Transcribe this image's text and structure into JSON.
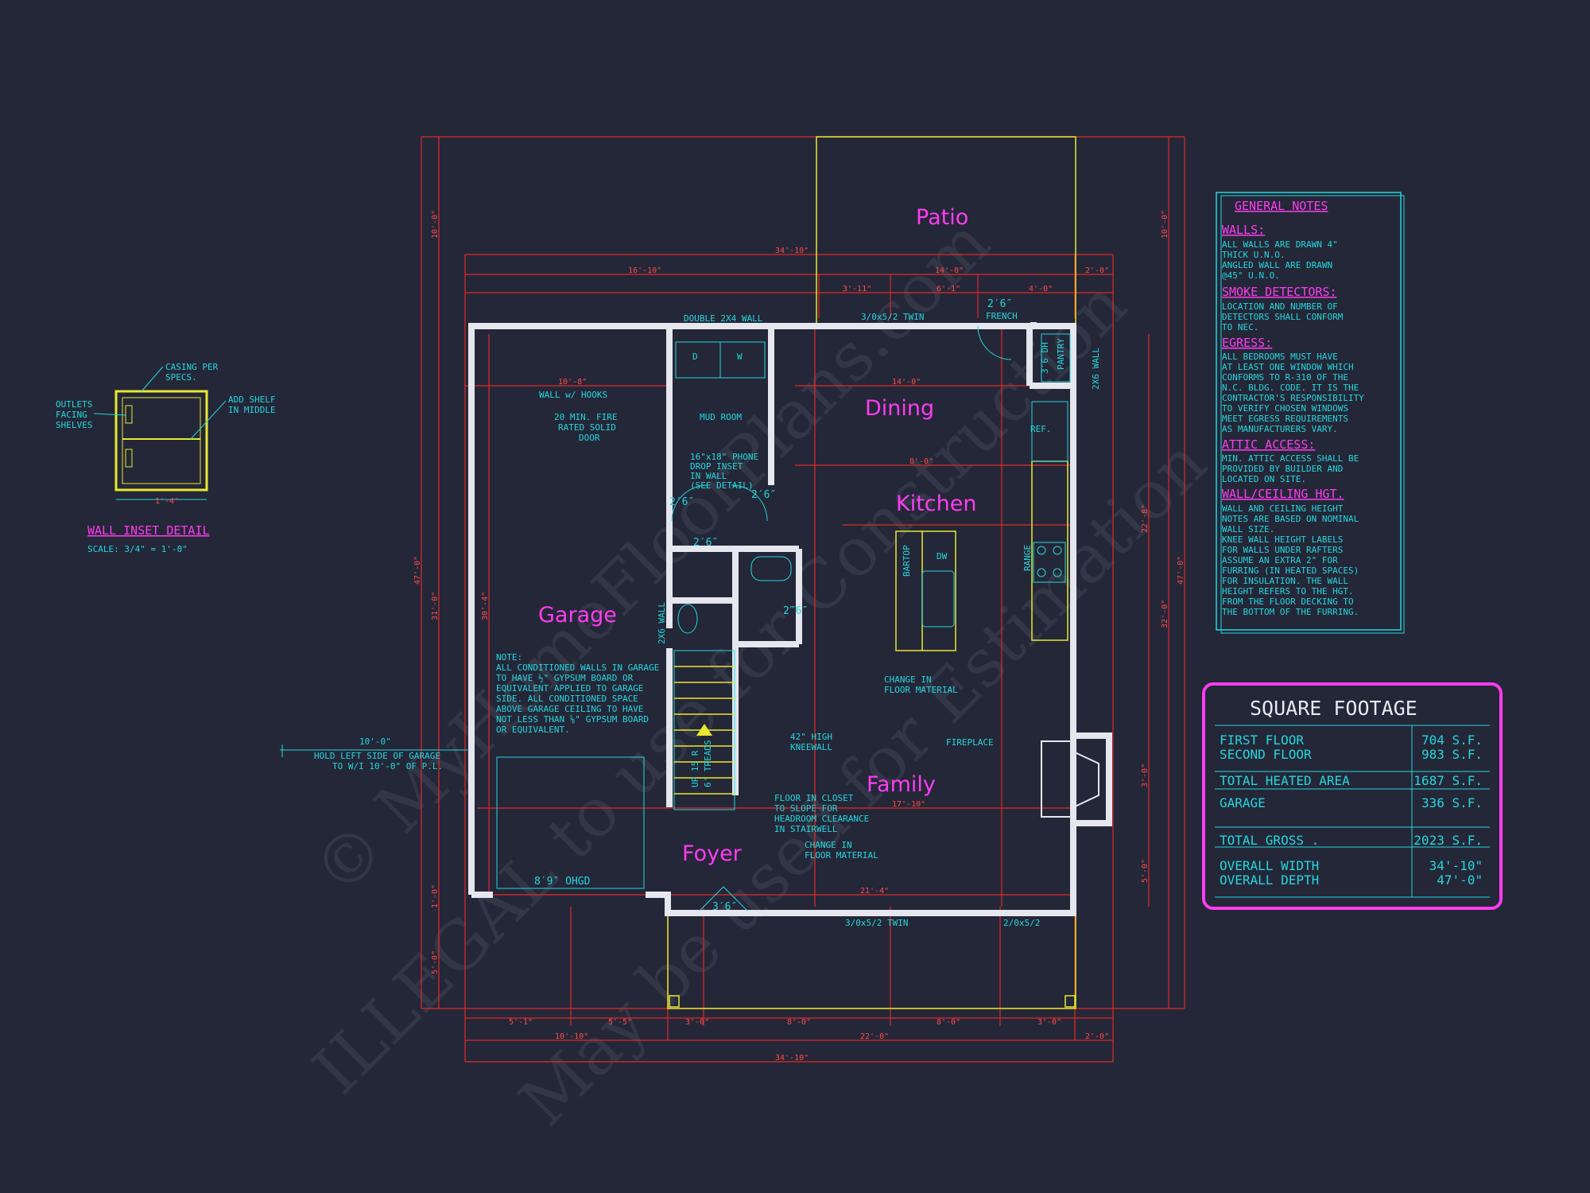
{
  "rooms": {
    "patio": "Patio",
    "dining": "Dining",
    "kitchen": "Kitchen",
    "garage": "Garage",
    "family": "Family",
    "foyer": "Foyer"
  },
  "general_notes": {
    "title": "GENERAL NOTES",
    "walls_heading": "WALLS:",
    "walls_lines": [
      "ALL WALLS ARE DRAWN 4\"",
      "THICK U.N.O.",
      "ANGLED WALL ARE DRAWN",
      "@45° U.N.O."
    ],
    "smoke_heading": "SMOKE DETECTORS:",
    "smoke_lines": [
      "LOCATION AND NUMBER OF",
      "DETECTORS SHALL CONFORM",
      "TO NEC."
    ],
    "egress_heading": "EGRESS:",
    "egress_lines": [
      "ALL BEDROOMS MUST HAVE",
      "AT LEAST ONE WINDOW WHICH",
      "CONFORMS TO R-310 OF THE",
      "N.C. BLDG. CODE. IT IS THE",
      "CONTRACTOR'S RESPONSIBILITY",
      "TO VERIFY CHOSEN WINDOWS",
      "MEET EGRESS REQUIREMENTS",
      "AS MANUFACTURERS VARY."
    ],
    "attic_heading": "ATTIC ACCESS:",
    "attic_lines": [
      "MIN. ATTIC ACCESS SHALL BE",
      "PROVIDED BY BUILDER AND",
      "LOCATED ON SITE."
    ],
    "wallceil_heading": "WALL/CEILING HGT.",
    "wallceil_lines": [
      "WALL AND CEILING HEIGHT",
      "NOTES ARE BASED ON NOMINAL",
      "WALL SIZE.",
      "KNEE WALL HEIGHT LABELS",
      "FOR WALLS UNDER RAFTERS",
      "ASSUME AN EXTRA 2\" FOR",
      "FURRING (IN HEATED SPACES)",
      "FOR INSULATION. THE WALL",
      "HEIGHT REFERS TO THE HGT.",
      "FROM THE FLOOR DECKING TO",
      "THE BOTTOM OF THE FURRING."
    ]
  },
  "square_footage": {
    "title": "SQUARE FOOTAGE",
    "rows": [
      {
        "label": "FIRST FLOOR",
        "value": "704 S.F."
      },
      {
        "label": "SECOND FLOOR",
        "value": "983 S.F."
      },
      {
        "label": "TOTAL HEATED AREA",
        "value": "1687 S.F."
      },
      {
        "label": "GARAGE",
        "value": "336 S.F."
      },
      {
        "label": "TOTAL GROSS .",
        "value": "2023 S.F."
      },
      {
        "label": "OVERALL WIDTH",
        "value": "34'-10\""
      },
      {
        "label": "OVERALL DEPTH",
        "value": "47'-0\""
      }
    ]
  },
  "wall_inset": {
    "title": "WALL INSET DETAIL",
    "scale": "SCALE: 3/4\" = 1'-0\"",
    "casing": [
      "CASING PER",
      "SPECS."
    ],
    "outlets": [
      "OUTLETS",
      "FACING",
      "SHELVES"
    ],
    "shelf": [
      "ADD SHELF",
      "IN MIDDLE"
    ],
    "width": "1'-4\""
  },
  "labels": {
    "double_wall": "DOUBLE 2X4 WALL",
    "twin_top": "3/0x5/2 TWIN",
    "french": "FRENCH",
    "french_size": "2′6″",
    "dh": "3′6 DH",
    "pantry": "PANTRY",
    "wall_2x6_right": "2X6 WALL",
    "wall_hooks": "WALL w/ HOOKS",
    "fire_door": [
      "20 MIN. FIRE",
      "RATED SOLID",
      "DOOR"
    ],
    "mud_room": "MUD ROOM",
    "dryer": "D",
    "washer": "W",
    "phone": [
      "16\"x18\" PHONE",
      "DROP INSET",
      "IN WALL",
      "(SEE DETAIL)"
    ],
    "ref": "REF.",
    "bartop": "BARTOP",
    "dw": "DW",
    "range": "RANGE",
    "wall_2x6_left": "2X6 WALL",
    "garage_note": [
      "NOTE:",
      "ALL CONDITIONED WALLS IN GARAGE",
      "TO HAVE ½\" GYPSUM BOARD OR",
      "EQUIVALENT APPLIED TO GARAGE",
      "SIDE.  ALL CONDITIONED SPACE",
      "ABOVE GARAGE CEILING TO HAVE",
      "NOT LESS THAN ⅝\" GYPSUM BOARD",
      "OR EQUIVALENT."
    ],
    "garage_door": "8′9″ OHGD",
    "hold_dim": "10'-0\"",
    "hold_left": [
      "HOLD LEFT SIDE OF GARAGE",
      "TO W/I 10'-0\" OF P.L."
    ],
    "change_floor_1": [
      "CHANGE IN",
      "FLOOR MATERIAL"
    ],
    "change_floor_2": [
      "CHANGE IN",
      "FLOOR MATERIAL"
    ],
    "kneewall": [
      "42\" HIGH",
      "KNEEWALL"
    ],
    "fireplace": "FIREPLACE",
    "closet": [
      "FLOOR IN CLOSET",
      "TO SLOPE FOR",
      "HEADROOM CLEARANCE",
      "IN STAIRWELL"
    ],
    "stairs": "UP 15 R",
    "treads": "6' TREADS",
    "front_door": "3′6″",
    "twin_bottom": "3/0x5/2 TWIN",
    "window_br": "2/0x5/2",
    "door_26_a": "2′6″",
    "door_26_b": "2′6″",
    "door_26_c": "2′6″",
    "door_26_d": "2‴6″"
  },
  "dims": {
    "top_overall": "34'-10\"",
    "top_left": "16'-10\"",
    "top_mid": "14'-0\"",
    "top_right": "2'-0\"",
    "top_a": "3'-11\"",
    "top_b": "6'-1\"",
    "top_c": "4'-0\"",
    "bottom_a": "5'-1\"",
    "bottom_b": "5'-5\"",
    "bottom_c": "3'-0\"",
    "bottom_d": "8'-0\"",
    "bottom_e": "8'-0\"",
    "bottom_f": "3'-0\"",
    "bottom_g": "10'-10\"",
    "bottom_h": "22'-0\"",
    "bottom_i": "2'-0\"",
    "bottom_overall": "34'-10\"",
    "left_overall": "47'-0\"",
    "left_a": "10'-0\"",
    "left_b": "31'-0\"",
    "left_c": "1'-0\"",
    "left_d": "5'-0\"",
    "right_overall": "47'-0\"",
    "right_a": "10'-0\"",
    "right_b": "32'-0\"",
    "right_c": "22'-8\"",
    "right_d": "3'-0\"",
    "right_e": "5'-0\"",
    "inner_dining": "14'-0\"",
    "inner_kitchen": "8'-0\"",
    "inner_mud": "10'-8\"",
    "inner_family": "17'-10\"",
    "inner_foyer": "21'-4\"",
    "inner_garage": "30'-4\""
  },
  "watermark": [
    "© MyHomeFloorPlans.com",
    "ILLEGAL to use for Construction",
    "May be used for Estimation"
  ]
}
